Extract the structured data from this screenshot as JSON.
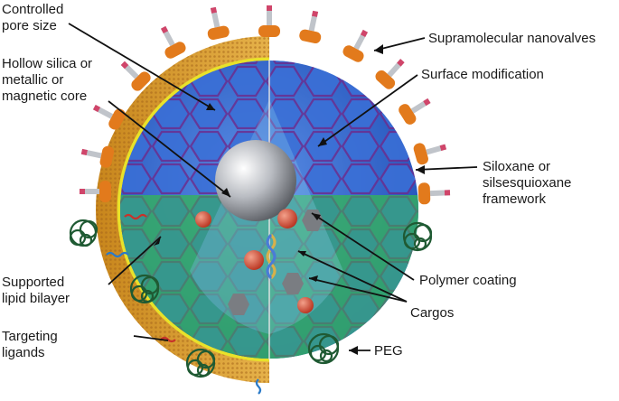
{
  "labels": {
    "controlled_pore_size": "Controlled\npore size",
    "hollow_core": "Hollow silica or\nmetallic or\nmagnetic core",
    "supported_lipid_bilayer": "Supported\nlipid bilayer",
    "targeting_ligands": "Targeting\nligands",
    "supramolecular_nanovalves": "Supramolecular nanovalves",
    "surface_modification": "Surface modification",
    "siloxane_framework": "Siloxane or\nsilsesquioxane\nframework",
    "polymer_coating": "Polymer coating",
    "cargos": "Cargos",
    "peg": "PEG"
  },
  "colors": {
    "framework_blue": "#2f62c8",
    "hex_outline": "#6a2d8f",
    "lipid_gold": "#d49a2a",
    "polymer_green": "#2fae55",
    "nanovalve_orange": "#e27a1c",
    "peg_green": "#1f5a33"
  }
}
